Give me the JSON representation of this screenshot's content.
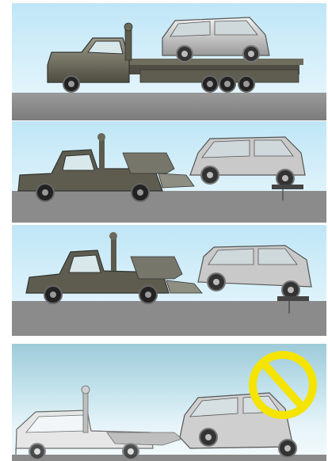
{
  "panels": [
    {
      "scene": "flatbed-towing",
      "status": "allowed"
    },
    {
      "scene": "wheel-lift-front-wheels-raised-rear-on-dollies",
      "status": "allowed"
    },
    {
      "scene": "wheel-lift-rear-wheels-raised-front-on-dollies",
      "status": "allowed"
    },
    {
      "scene": "sling-type-towing",
      "status": "prohibited"
    }
  ],
  "icons": {
    "prohibited": "prohibition-sign-icon"
  },
  "colors": {
    "sky": "#cdeefa",
    "road": "#8c8c8c",
    "truck": "#6a6a5a",
    "car": "#c8c8c8",
    "prohibition": "#f5e400"
  }
}
